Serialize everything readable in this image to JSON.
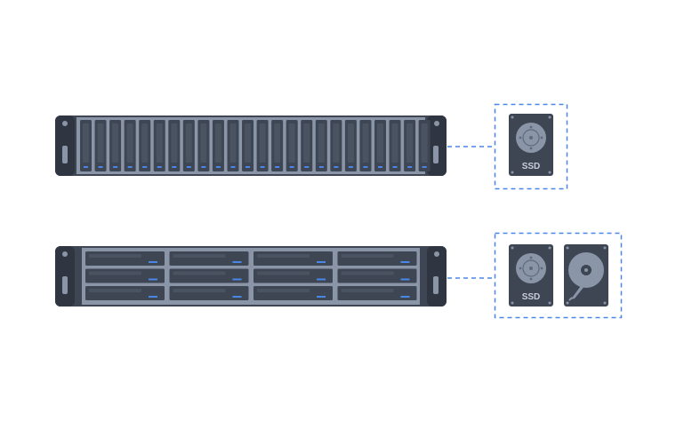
{
  "colors": {
    "chassis": "#3e4654",
    "chassis_dark": "#2f3642",
    "panel": "#8a95a7",
    "slot": "#3e4654",
    "led": "#4a86e8",
    "dashed_border": "#4a86e8",
    "drive_body": "#3e4654",
    "platter": "#8a95a7",
    "background": "#ffffff"
  },
  "servers": [
    {
      "name": "server-2u-24-bay",
      "bay_layout": "vertical",
      "bay_count": 24,
      "storage_options": [
        "ssd"
      ]
    },
    {
      "name": "server-2u-12-bay",
      "bay_layout": "horizontal",
      "bay_count": 12,
      "storage_options": [
        "ssd",
        "hdd"
      ]
    }
  ],
  "drives": {
    "ssd_label": "SSD"
  },
  "icons": [
    "ssd-icon",
    "hdd-icon"
  ]
}
